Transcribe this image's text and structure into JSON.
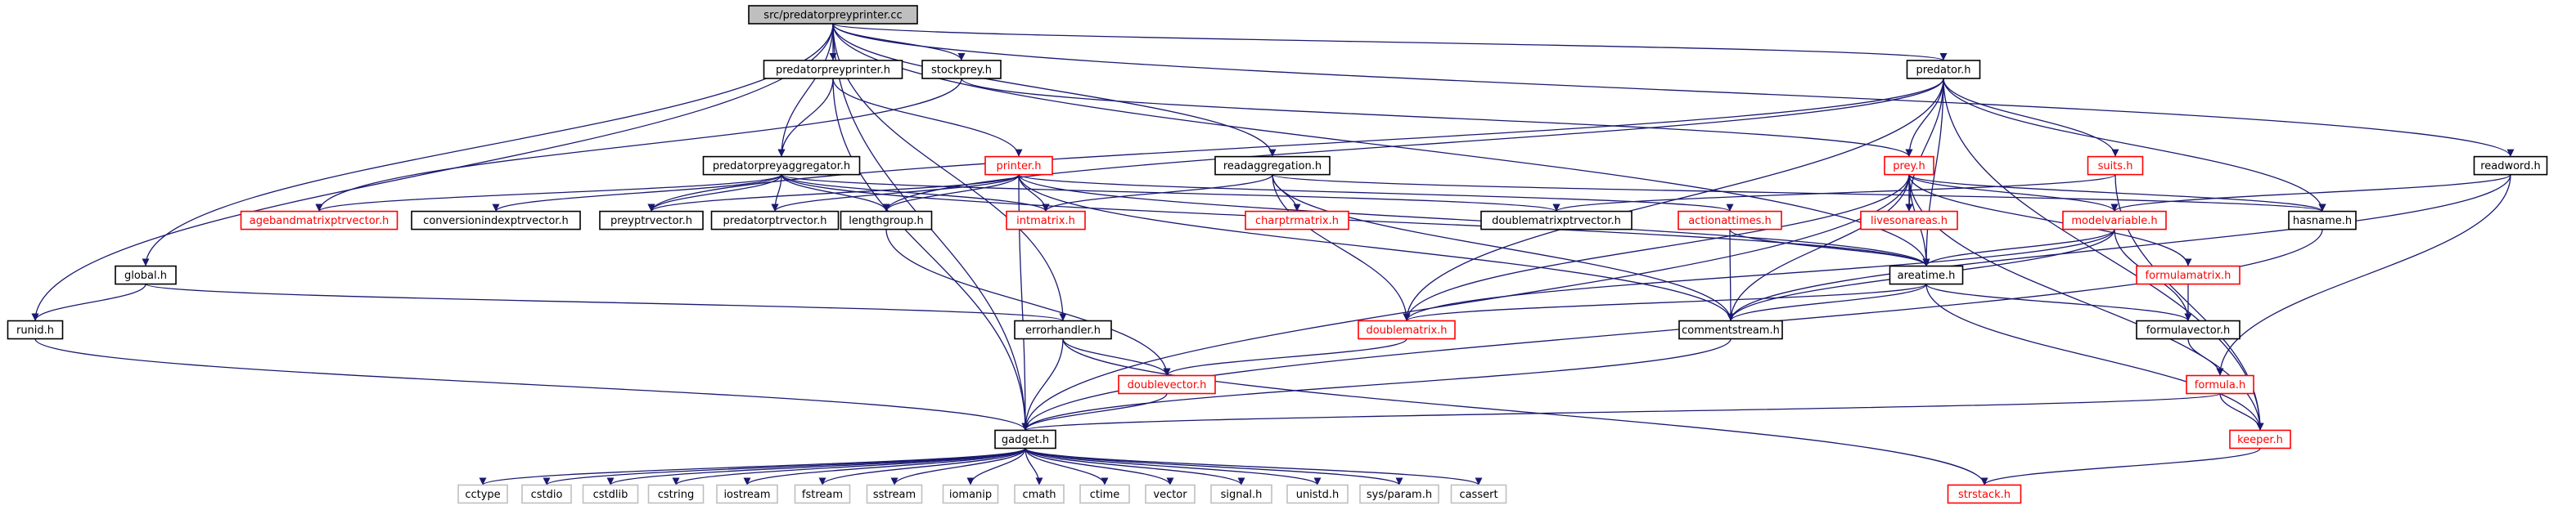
{
  "graph": {
    "title": "src/predatorpreyprinter.cc",
    "colors": {
      "edge": "#191970",
      "red_node": "#ff0000",
      "grey_node": "#bfbfbf",
      "root_fill": "#bfbfbf"
    },
    "nodes": [
      {
        "id": "root",
        "label": "src/predatorpreyprinter.cc",
        "kind": "root"
      },
      {
        "id": "ppp_h",
        "label": "predatorpreyprinter.h",
        "kind": "normal"
      },
      {
        "id": "stockprey_h",
        "label": "stockprey.h",
        "kind": "normal"
      },
      {
        "id": "predator_h",
        "label": "predator.h",
        "kind": "normal"
      },
      {
        "id": "readword_h",
        "label": "readword.h",
        "kind": "normal"
      },
      {
        "id": "ppagg_h",
        "label": "predatorpreyaggregator.h",
        "kind": "normal"
      },
      {
        "id": "printer_h",
        "label": "printer.h",
        "kind": "red"
      },
      {
        "id": "readagg_h",
        "label": "readaggregation.h",
        "kind": "normal"
      },
      {
        "id": "prey_h",
        "label": "prey.h",
        "kind": "red"
      },
      {
        "id": "suits_h",
        "label": "suits.h",
        "kind": "red"
      },
      {
        "id": "agebandmatrixptrvector_h",
        "label": "agebandmatrixptrvector.h",
        "kind": "red"
      },
      {
        "id": "conversionindexptrvector_h",
        "label": "conversionindexptrvector.h",
        "kind": "normal"
      },
      {
        "id": "preyptrvector_h",
        "label": "preyptrvector.h",
        "kind": "normal"
      },
      {
        "id": "predatorptrvector_h",
        "label": "predatorptrvector.h",
        "kind": "normal"
      },
      {
        "id": "lengthgroup_h",
        "label": "lengthgroup.h",
        "kind": "normal"
      },
      {
        "id": "intmatrix_h",
        "label": "intmatrix.h",
        "kind": "red"
      },
      {
        "id": "charptrmatrix_h",
        "label": "charptrmatrix.h",
        "kind": "red"
      },
      {
        "id": "doublematrixptrvector_h",
        "label": "doublematrixptrvector.h",
        "kind": "normal"
      },
      {
        "id": "actionattimes_h",
        "label": "actionattimes.h",
        "kind": "red"
      },
      {
        "id": "livesonareas_h",
        "label": "livesonareas.h",
        "kind": "red"
      },
      {
        "id": "modelvariable_h",
        "label": "modelvariable.h",
        "kind": "red"
      },
      {
        "id": "hasname_h",
        "label": "hasname.h",
        "kind": "normal"
      },
      {
        "id": "global_h",
        "label": "global.h",
        "kind": "normal"
      },
      {
        "id": "areatime_h",
        "label": "areatime.h",
        "kind": "normal"
      },
      {
        "id": "formulamatrix_h",
        "label": "formulamatrix.h",
        "kind": "red"
      },
      {
        "id": "runid_h",
        "label": "runid.h",
        "kind": "normal"
      },
      {
        "id": "errorhandler_h",
        "label": "errorhandler.h",
        "kind": "normal"
      },
      {
        "id": "doublematrix_h",
        "label": "doublematrix.h",
        "kind": "red"
      },
      {
        "id": "commentstream_h",
        "label": "commentstream.h",
        "kind": "normal"
      },
      {
        "id": "formulavector_h",
        "label": "formulavector.h",
        "kind": "normal"
      },
      {
        "id": "doublevector_h",
        "label": "doublevector.h",
        "kind": "red"
      },
      {
        "id": "formula_h",
        "label": "formula.h",
        "kind": "red"
      },
      {
        "id": "gadget_h",
        "label": "gadget.h",
        "kind": "normal"
      },
      {
        "id": "keeper_h",
        "label": "keeper.h",
        "kind": "red"
      },
      {
        "id": "cctype",
        "label": "cctype",
        "kind": "grey"
      },
      {
        "id": "cstdio",
        "label": "cstdio",
        "kind": "grey"
      },
      {
        "id": "cstdlib",
        "label": "cstdlib",
        "kind": "grey"
      },
      {
        "id": "cstring",
        "label": "cstring",
        "kind": "grey"
      },
      {
        "id": "iostream",
        "label": "iostream",
        "kind": "grey"
      },
      {
        "id": "fstream",
        "label": "fstream",
        "kind": "grey"
      },
      {
        "id": "sstream",
        "label": "sstream",
        "kind": "grey"
      },
      {
        "id": "iomanip",
        "label": "iomanip",
        "kind": "grey"
      },
      {
        "id": "cmath",
        "label": "cmath",
        "kind": "grey"
      },
      {
        "id": "ctime",
        "label": "ctime",
        "kind": "grey"
      },
      {
        "id": "vector",
        "label": "vector",
        "kind": "grey"
      },
      {
        "id": "signal_h",
        "label": "signal.h",
        "kind": "grey"
      },
      {
        "id": "unistd_h",
        "label": "unistd.h",
        "kind": "grey"
      },
      {
        "id": "sysparam_h",
        "label": "sys/param.h",
        "kind": "grey"
      },
      {
        "id": "cassert",
        "label": "cassert",
        "kind": "grey"
      },
      {
        "id": "strstack_h",
        "label": "strstack.h",
        "kind": "red"
      }
    ],
    "edges": [
      [
        "root",
        "ppp_h"
      ],
      [
        "root",
        "stockprey_h"
      ],
      [
        "root",
        "predator_h"
      ],
      [
        "root",
        "readword_h"
      ],
      [
        "root",
        "ppagg_h"
      ],
      [
        "root",
        "readagg_h"
      ],
      [
        "root",
        "global_h"
      ],
      [
        "root",
        "runid_h"
      ],
      [
        "root",
        "errorhandler_h"
      ],
      [
        "root",
        "gadget_h"
      ],
      [
        "root",
        "areatime_h"
      ],
      [
        "ppp_h",
        "ppagg_h"
      ],
      [
        "ppp_h",
        "printer_h"
      ],
      [
        "ppp_h",
        "gadget_h"
      ],
      [
        "stockprey_h",
        "prey_h"
      ],
      [
        "stockprey_h",
        "agebandmatrixptrvector_h"
      ],
      [
        "predator_h",
        "prey_h"
      ],
      [
        "predator_h",
        "suits_h"
      ],
      [
        "predator_h",
        "hasname_h"
      ],
      [
        "predator_h",
        "livesonareas_h"
      ],
      [
        "predator_h",
        "areatime_h"
      ],
      [
        "predator_h",
        "keeper_h"
      ],
      [
        "predator_h",
        "preyptrvector_h"
      ],
      [
        "predator_h",
        "lengthgroup_h"
      ],
      [
        "predator_h",
        "doublematrix_h"
      ],
      [
        "readword_h",
        "modelvariable_h"
      ],
      [
        "readword_h",
        "commentstream_h"
      ],
      [
        "readword_h",
        "formula_h"
      ],
      [
        "ppagg_h",
        "agebandmatrixptrvector_h"
      ],
      [
        "ppagg_h",
        "conversionindexptrvector_h"
      ],
      [
        "ppagg_h",
        "preyptrvector_h"
      ],
      [
        "ppagg_h",
        "predatorptrvector_h"
      ],
      [
        "ppagg_h",
        "lengthgroup_h"
      ],
      [
        "ppagg_h",
        "intmatrix_h"
      ],
      [
        "ppagg_h",
        "doublematrixptrvector_h"
      ],
      [
        "ppagg_h",
        "areatime_h"
      ],
      [
        "printer_h",
        "preyptrvector_h"
      ],
      [
        "printer_h",
        "predatorptrvector_h"
      ],
      [
        "printer_h",
        "lengthgroup_h"
      ],
      [
        "printer_h",
        "intmatrix_h"
      ],
      [
        "printer_h",
        "actionattimes_h"
      ],
      [
        "printer_h",
        "commentstream_h"
      ],
      [
        "printer_h",
        "gadget_h"
      ],
      [
        "printer_h",
        "areatime_h"
      ],
      [
        "readagg_h",
        "intmatrix_h"
      ],
      [
        "readagg_h",
        "charptrmatrix_h"
      ],
      [
        "readagg_h",
        "doublematrix_h"
      ],
      [
        "readagg_h",
        "commentstream_h"
      ],
      [
        "readagg_h",
        "hasname_h"
      ],
      [
        "prey_h",
        "livesonareas_h"
      ],
      [
        "prey_h",
        "hasname_h"
      ],
      [
        "prey_h",
        "areatime_h"
      ],
      [
        "prey_h",
        "modelvariable_h"
      ],
      [
        "prey_h",
        "commentstream_h"
      ],
      [
        "prey_h",
        "doublematrix_h"
      ],
      [
        "prey_h",
        "formulamatrix_h"
      ],
      [
        "prey_h",
        "keeper_h"
      ],
      [
        "prey_h",
        "gadget_h"
      ],
      [
        "suits_h",
        "doublematrixptrvector_h"
      ],
      [
        "suits_h",
        "keeper_h"
      ],
      [
        "actionattimes_h",
        "areatime_h"
      ],
      [
        "actionattimes_h",
        "commentstream_h"
      ],
      [
        "modelvariable_h",
        "areatime_h"
      ],
      [
        "modelvariable_h",
        "commentstream_h"
      ],
      [
        "modelvariable_h",
        "formulavector_h"
      ],
      [
        "modelvariable_h",
        "doublematrix_h"
      ],
      [
        "hasname_h",
        "gadget_h"
      ],
      [
        "global_h",
        "runid_h"
      ],
      [
        "global_h",
        "errorhandler_h"
      ],
      [
        "lengthgroup_h",
        "doublevector_h"
      ],
      [
        "areatime_h",
        "doublematrix_h"
      ],
      [
        "areatime_h",
        "commentstream_h"
      ],
      [
        "areatime_h",
        "formulavector_h"
      ],
      [
        "areatime_h",
        "keeper_h"
      ],
      [
        "formulamatrix_h",
        "formulavector_h"
      ],
      [
        "runid_h",
        "gadget_h"
      ],
      [
        "errorhandler_h",
        "doublevector_h"
      ],
      [
        "errorhandler_h",
        "gadget_h"
      ],
      [
        "errorhandler_h",
        "strstack_h"
      ],
      [
        "doublematrix_h",
        "doublevector_h"
      ],
      [
        "commentstream_h",
        "gadget_h"
      ],
      [
        "formulavector_h",
        "formula_h"
      ],
      [
        "doublevector_h",
        "gadget_h"
      ],
      [
        "formula_h",
        "gadget_h"
      ],
      [
        "formula_h",
        "keeper_h"
      ],
      [
        "keeper_h",
        "strstack_h"
      ],
      [
        "gadget_h",
        "cctype"
      ],
      [
        "gadget_h",
        "cstdio"
      ],
      [
        "gadget_h",
        "cstdlib"
      ],
      [
        "gadget_h",
        "cstring"
      ],
      [
        "gadget_h",
        "iostream"
      ],
      [
        "gadget_h",
        "fstream"
      ],
      [
        "gadget_h",
        "sstream"
      ],
      [
        "gadget_h",
        "iomanip"
      ],
      [
        "gadget_h",
        "cmath"
      ],
      [
        "gadget_h",
        "ctime"
      ],
      [
        "gadget_h",
        "vector"
      ],
      [
        "gadget_h",
        "signal_h"
      ],
      [
        "gadget_h",
        "unistd_h"
      ],
      [
        "gadget_h",
        "sysparam_h"
      ],
      [
        "gadget_h",
        "cassert"
      ]
    ]
  }
}
